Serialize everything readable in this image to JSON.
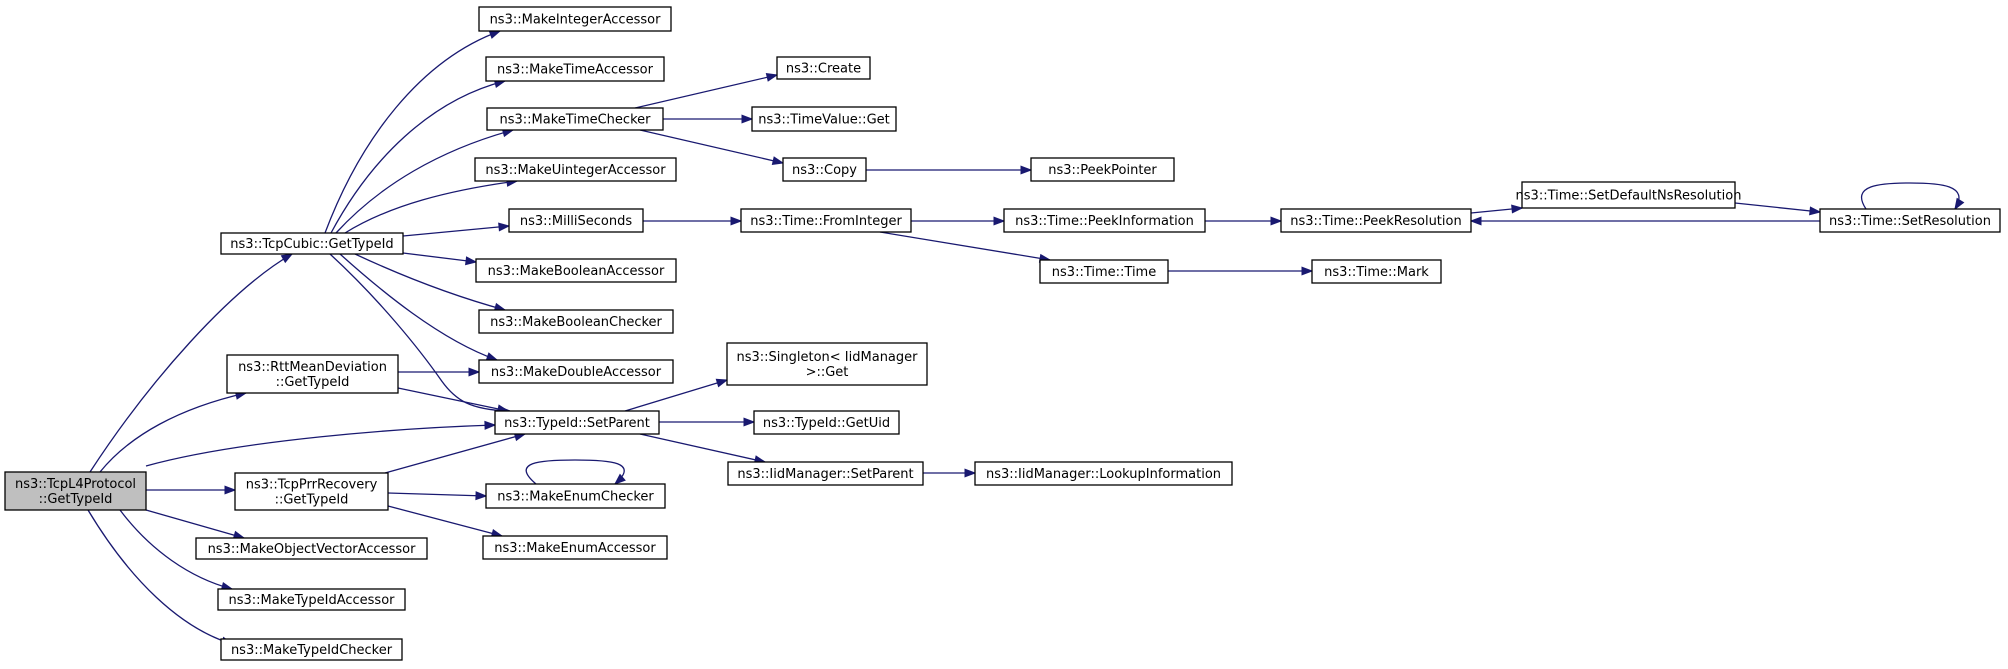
{
  "diagram": {
    "type": "call-graph",
    "nodes": [
      {
        "id": "root",
        "lines": [
          "ns3::TcpL4Protocol",
          "::GetTypeId"
        ],
        "highlighted": true
      },
      {
        "id": "tcpcubic",
        "lines": [
          "ns3::TcpCubic::GetTypeId"
        ]
      },
      {
        "id": "rttmean",
        "lines": [
          "ns3::RttMeanDeviation",
          "::GetTypeId"
        ]
      },
      {
        "id": "tcpprr",
        "lines": [
          "ns3::TcpPrrRecovery",
          "::GetTypeId"
        ]
      },
      {
        "id": "makeobjvec",
        "lines": [
          "ns3::MakeObjectVectorAccessor"
        ]
      },
      {
        "id": "maketypeidacc",
        "lines": [
          "ns3::MakeTypeIdAccessor"
        ]
      },
      {
        "id": "maketypeidchk",
        "lines": [
          "ns3::MakeTypeIdChecker"
        ]
      },
      {
        "id": "makeintacc",
        "lines": [
          "ns3::MakeIntegerAccessor"
        ]
      },
      {
        "id": "maketimeacc",
        "lines": [
          "ns3::MakeTimeAccessor"
        ]
      },
      {
        "id": "maketimechk",
        "lines": [
          "ns3::MakeTimeChecker"
        ]
      },
      {
        "id": "makeuintacc",
        "lines": [
          "ns3::MakeUintegerAccessor"
        ]
      },
      {
        "id": "milliseconds",
        "lines": [
          "ns3::MilliSeconds"
        ]
      },
      {
        "id": "makeboolacc",
        "lines": [
          "ns3::MakeBooleanAccessor"
        ]
      },
      {
        "id": "makeboolchk",
        "lines": [
          "ns3::MakeBooleanChecker"
        ]
      },
      {
        "id": "makedoubleacc",
        "lines": [
          "ns3::MakeDoubleAccessor"
        ]
      },
      {
        "id": "typeidsetparent",
        "lines": [
          "ns3::TypeId::SetParent"
        ]
      },
      {
        "id": "makeenumchk",
        "lines": [
          "ns3::MakeEnumChecker"
        ]
      },
      {
        "id": "makeenumacc",
        "lines": [
          "ns3::MakeEnumAccessor"
        ]
      },
      {
        "id": "create",
        "lines": [
          "ns3::Create"
        ]
      },
      {
        "id": "timevalueget",
        "lines": [
          "ns3::TimeValue::Get"
        ]
      },
      {
        "id": "copy",
        "lines": [
          "ns3::Copy"
        ]
      },
      {
        "id": "peekpointer",
        "lines": [
          "ns3::PeekPointer"
        ]
      },
      {
        "id": "fromint",
        "lines": [
          "ns3::Time::FromInteger"
        ]
      },
      {
        "id": "peekinfo",
        "lines": [
          "ns3::Time::PeekInformation"
        ]
      },
      {
        "id": "timetime",
        "lines": [
          "ns3::Time::Time"
        ]
      },
      {
        "id": "timemark",
        "lines": [
          "ns3::Time::Mark"
        ]
      },
      {
        "id": "peekres",
        "lines": [
          "ns3::Time::PeekResolution"
        ]
      },
      {
        "id": "setdefaultns",
        "lines": [
          "ns3::Time::SetDefaultNsResolution"
        ]
      },
      {
        "id": "setres",
        "lines": [
          "ns3::Time::SetResolution"
        ]
      },
      {
        "id": "singletonget",
        "lines": [
          "ns3::Singleton< IidManager",
          ">::Get"
        ]
      },
      {
        "id": "typeidgetuid",
        "lines": [
          "ns3::TypeId::GetUid"
        ]
      },
      {
        "id": "iidsetparent",
        "lines": [
          "ns3::IidManager::SetParent"
        ]
      },
      {
        "id": "iidlookup",
        "lines": [
          "ns3::IidManager::LookupInformation"
        ]
      }
    ],
    "edges": [
      {
        "from": "root",
        "to": "tcpcubic"
      },
      {
        "from": "root",
        "to": "rttmean"
      },
      {
        "from": "root",
        "to": "typeidsetparent"
      },
      {
        "from": "root",
        "to": "tcpprr"
      },
      {
        "from": "root",
        "to": "makeobjvec"
      },
      {
        "from": "root",
        "to": "maketypeidacc"
      },
      {
        "from": "root",
        "to": "maketypeidchk"
      },
      {
        "from": "tcpcubic",
        "to": "makeintacc"
      },
      {
        "from": "tcpcubic",
        "to": "maketimeacc"
      },
      {
        "from": "tcpcubic",
        "to": "maketimechk"
      },
      {
        "from": "tcpcubic",
        "to": "makeuintacc"
      },
      {
        "from": "tcpcubic",
        "to": "milliseconds"
      },
      {
        "from": "tcpcubic",
        "to": "makeboolacc"
      },
      {
        "from": "tcpcubic",
        "to": "makeboolchk"
      },
      {
        "from": "tcpcubic",
        "to": "makedoubleacc"
      },
      {
        "from": "tcpcubic",
        "to": "typeidsetparent"
      },
      {
        "from": "rttmean",
        "to": "makedoubleacc"
      },
      {
        "from": "rttmean",
        "to": "typeidsetparent"
      },
      {
        "from": "tcpprr",
        "to": "typeidsetparent"
      },
      {
        "from": "tcpprr",
        "to": "makeenumchk"
      },
      {
        "from": "tcpprr",
        "to": "makeenumacc"
      },
      {
        "from": "maketimechk",
        "to": "create"
      },
      {
        "from": "maketimechk",
        "to": "timevalueget"
      },
      {
        "from": "maketimechk",
        "to": "copy"
      },
      {
        "from": "copy",
        "to": "peekpointer"
      },
      {
        "from": "milliseconds",
        "to": "fromint"
      },
      {
        "from": "fromint",
        "to": "peekinfo"
      },
      {
        "from": "fromint",
        "to": "timetime"
      },
      {
        "from": "peekinfo",
        "to": "peekres"
      },
      {
        "from": "timetime",
        "to": "timemark"
      },
      {
        "from": "peekres",
        "to": "setdefaultns"
      },
      {
        "from": "setdefaultns",
        "to": "setres"
      },
      {
        "from": "setres",
        "to": "peekres"
      },
      {
        "from": "setres",
        "to": "setres"
      },
      {
        "from": "makeenumchk",
        "to": "makeenumchk"
      },
      {
        "from": "typeidsetparent",
        "to": "singletonget"
      },
      {
        "from": "typeidsetparent",
        "to": "typeidgetuid"
      },
      {
        "from": "typeidsetparent",
        "to": "iidsetparent"
      },
      {
        "from": "iidsetparent",
        "to": "iidlookup"
      }
    ],
    "colors": {
      "edge": "#191970",
      "root_fill": "#bfbfbf",
      "node_fill": "#ffffff",
      "node_border": "#000000"
    }
  }
}
